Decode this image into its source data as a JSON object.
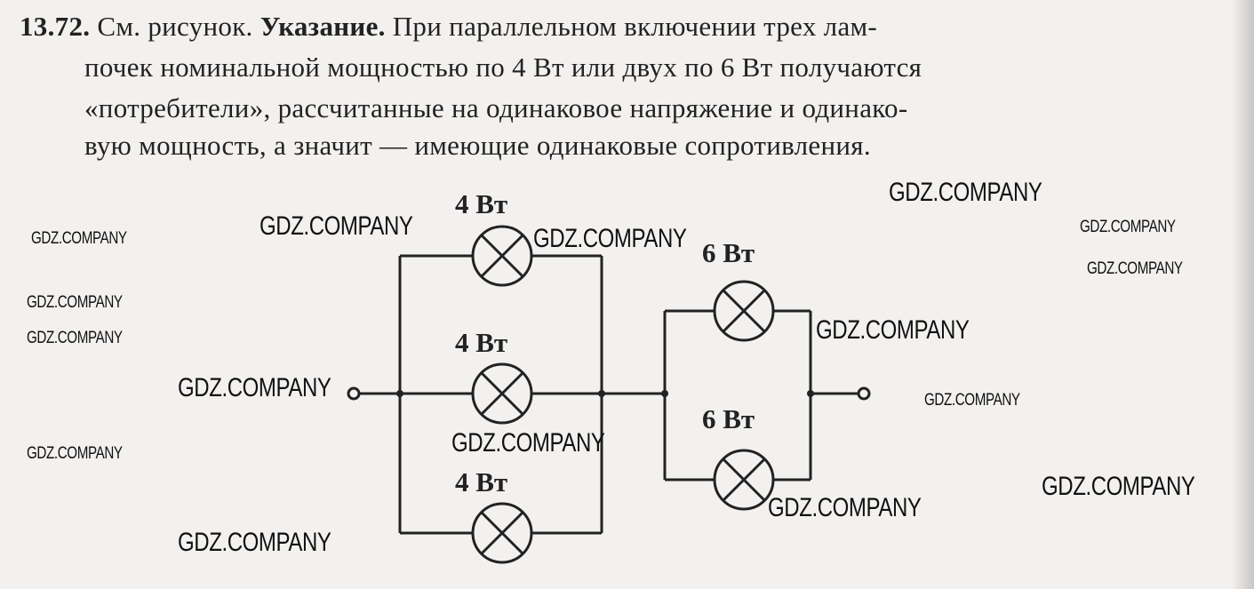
{
  "problem": {
    "number": "13.72.",
    "ref": "См. рисунок.",
    "hint_label": "Указание.",
    "line1_rest": "При параллельном включении трех лам-",
    "line2": "почек номинальной мощностью по 4 Вт или двух по 6 Вт получаются",
    "line3": "«потребители», рассчитанные на одинаковое напряжение и одинако-",
    "line4": "вую мощность, а значит — имеющие одинаковые сопротивления."
  },
  "diagram": {
    "lamp_labels": [
      "4 Вт",
      "4 Вт",
      "4 Вт",
      "6 Вт",
      "6 Вт"
    ]
  },
  "watermark": "GDZ.COMPANY"
}
